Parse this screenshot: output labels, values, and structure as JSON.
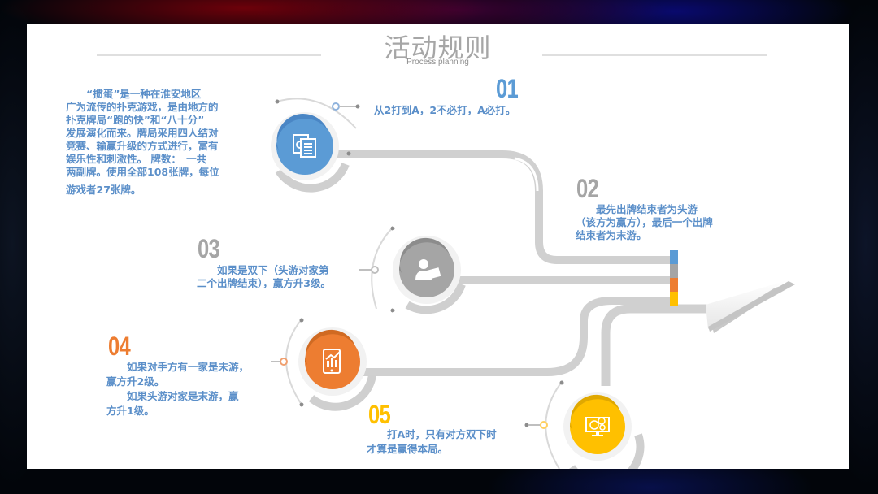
{
  "header": {
    "title": "活动规则",
    "subtitle": "Process planning"
  },
  "intro": {
    "text": "“掼蛋”是一种在淮安地区广为流传的扑克游戏，是由地方的扑克牌局“跑的快”和“八十分”发展演化而来。牌局采用四人结对竞赛、输赢升级的方式进行，富有娱乐性和刺激性。 牌数：　一共两副牌。使用全部108张牌，每位游戏者27张牌。",
    "lines": [
      "　　“掼蛋”是一种在淮安地区",
      "广为流传的扑克游戏，是由地方的",
      "扑克牌局“跑的快”和“八十分”",
      "发展演化而来。牌局采用四人结对",
      "竞赛、输赢升级的方式进行，富有",
      "娱乐性和刺激性。 牌数：　一共",
      "两副牌。使用全部108张牌，每位",
      "游戏者27张牌。"
    ]
  },
  "steps": [
    {
      "number": "01",
      "color": "#5b9bd5",
      "icon": "documents-gear-icon",
      "lines": [
        "从2打到A，2不必打，A必打。"
      ]
    },
    {
      "number": "02",
      "color": "#a5a5a5",
      "icon": "none",
      "lines": [
        "　　最先出牌结束者为头游",
        "（该方为赢方），最后一个出牌",
        "结束者为末游。"
      ]
    },
    {
      "number": "03",
      "color": "#a5a5a5",
      "icon": "businessman-icon",
      "lines": [
        "　　如果是双下（头游对家第",
        "二个出牌结束），赢方升3级。"
      ]
    },
    {
      "number": "04",
      "color": "#ed7d31",
      "icon": "tablet-chart-icon",
      "lines": [
        "　　如果对手方有一家是末游，",
        "赢方升2级。",
        "　　如果头游对家是末游，赢",
        "方升1级。"
      ]
    },
    {
      "number": "05",
      "color": "#ffc000",
      "icon": "monitor-coins-icon",
      "lines": [
        "　　打A时，只有对方双下时",
        "才算是赢得本局。"
      ]
    }
  ],
  "colors": {
    "blue": "#5b9bd5",
    "gray": "#a5a5a5",
    "orange": "#ed7d31",
    "yellow": "#ffc000",
    "text": "#5b8fc9",
    "track": "#d0d0d0"
  }
}
